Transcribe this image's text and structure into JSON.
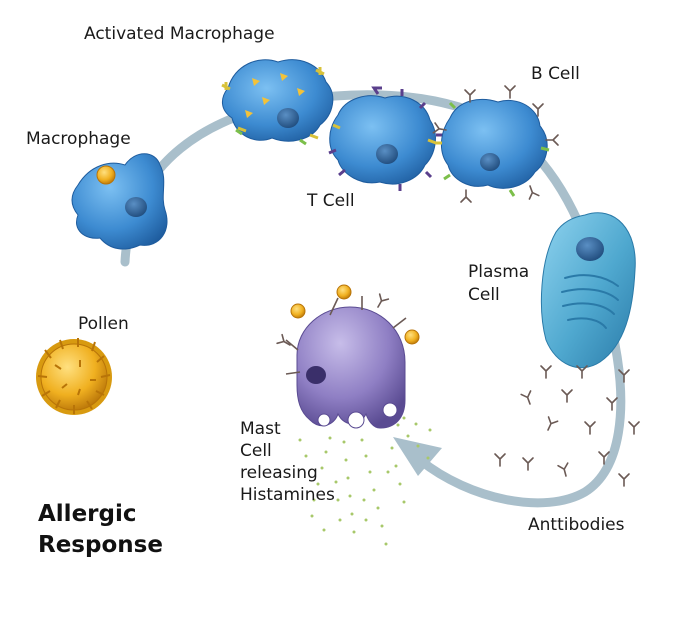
{
  "diagram": {
    "title_lines": [
      "Allergic",
      "Response"
    ],
    "labels": {
      "activated_macrophage": "Activated Macrophage",
      "macrophage": "Macrophage",
      "b_cell": "B Cell",
      "t_cell": "T Cell",
      "plasma_cell_line1": "Plasma",
      "plasma_cell_line2": "Cell",
      "pollen": "Pollen",
      "mast_cell_line1": "Mast",
      "mast_cell_line2": "Cell",
      "mast_cell_line3": "releasing",
      "mast_cell_line4": "Histamines",
      "antibodies": "Anttibodies"
    },
    "colors": {
      "pathway_arrow": "#a9bfcb",
      "cell_blue": "#3d8bd1",
      "nucleus_blue": "#2a5f96",
      "plasma_cell": "#4fa8cf",
      "mast_cell": "#8f7fc4",
      "pollen": "#f0b020",
      "antibody": "#6b5a55",
      "histamine": "#a8c86a"
    }
  }
}
